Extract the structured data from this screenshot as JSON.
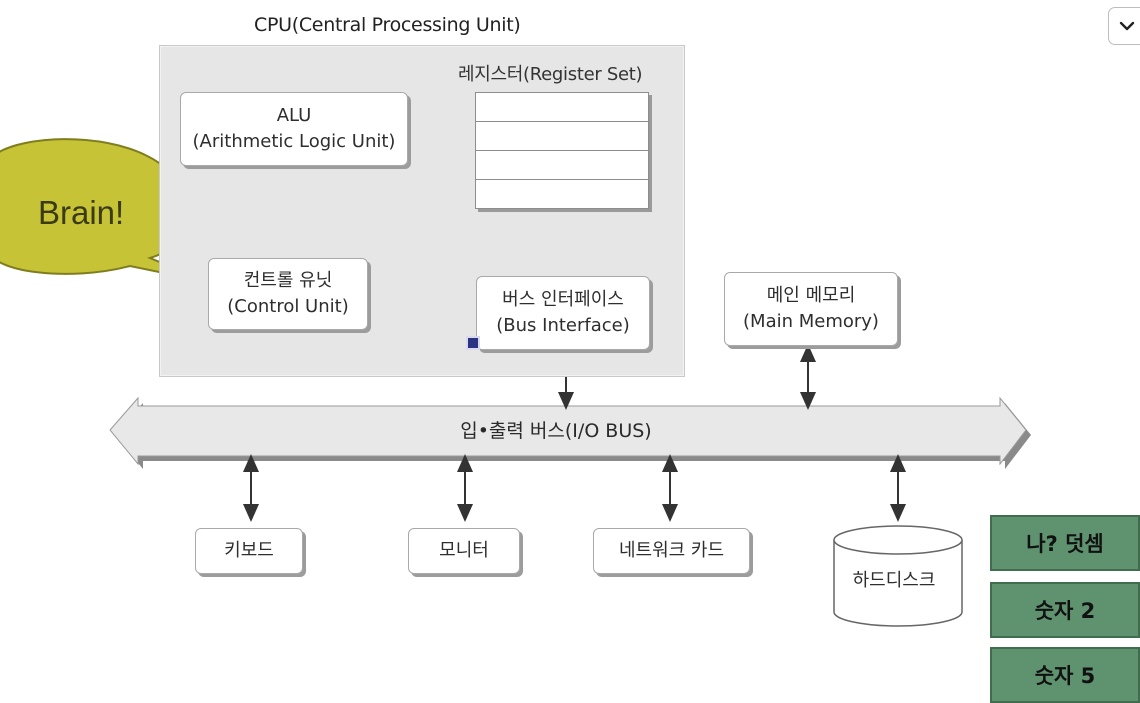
{
  "cpu": {
    "title": "CPU(Central Processing Unit)",
    "register_title": "레지스터(Register Set)",
    "register_count": 4
  },
  "alu": {
    "line1": "ALU",
    "line2": "(Arithmetic Logic Unit)"
  },
  "control_unit": {
    "line1": "컨트롤 유닛",
    "line2": "(Control Unit)"
  },
  "bus_interface": {
    "line1": "버스 인터페이스",
    "line2": "(Bus Interface)"
  },
  "main_memory": {
    "line1": "메인 메모리",
    "line2": "(Main Memory)"
  },
  "io_bus": {
    "label": "입•출력 버스(I/O  BUS)"
  },
  "devices": {
    "keyboard": "키보드",
    "monitor": "모니터",
    "network_card": "네트워크 카드",
    "hard_disk": "하드디스크"
  },
  "callout": {
    "text": "Brain!",
    "fill": "#c6c436"
  },
  "side_buttons": [
    "나? 덧셈",
    "숫자 2",
    "숫자 5"
  ],
  "colors": {
    "button_bg": "#5f9370",
    "cpu_bg": "#e6e6e6",
    "bus_fill": "#e8e8e8",
    "marker": "#2b3482"
  },
  "dropdown": {
    "icon": "chevron-down-icon"
  }
}
